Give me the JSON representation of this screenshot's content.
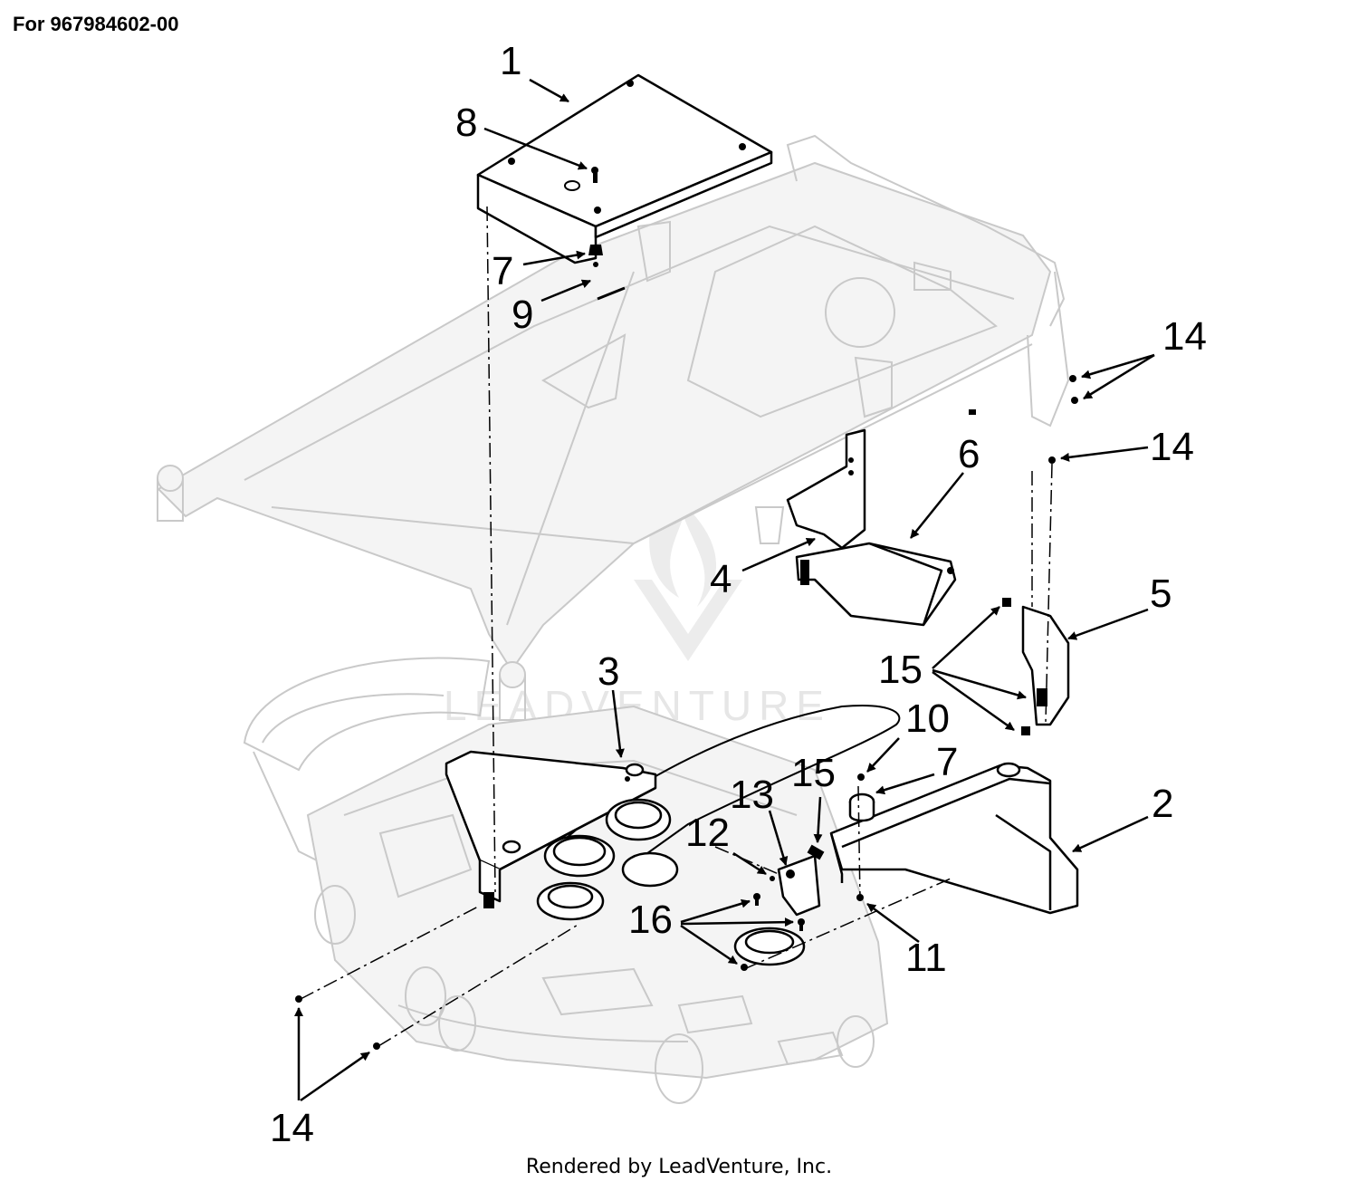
{
  "header": {
    "model_text": "For 967984602-00"
  },
  "footer": {
    "credit_text": "Rendered by LeadVenture, Inc."
  },
  "watermark": {
    "text": "LEADVENTURE"
  },
  "callouts": [
    "1",
    "8",
    "7",
    "9",
    "14",
    "14",
    "6",
    "4",
    "5",
    "15",
    "3",
    "10",
    "7",
    "13",
    "15",
    "12",
    "2",
    "16",
    "11",
    "14"
  ]
}
